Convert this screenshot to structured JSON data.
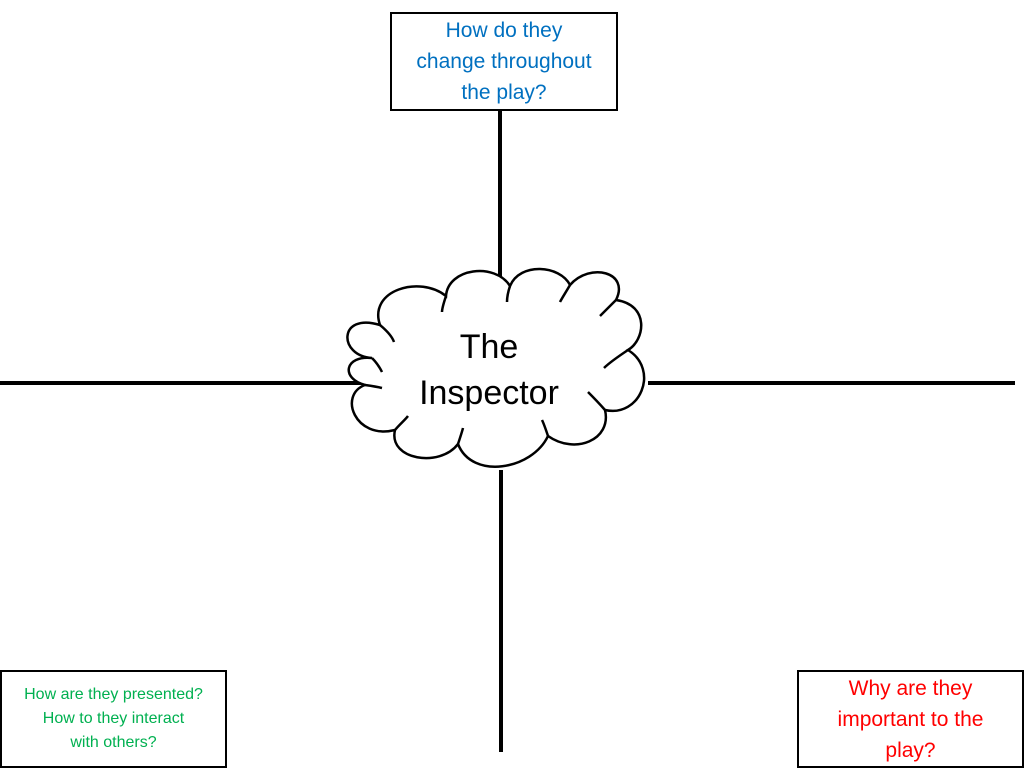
{
  "diagram": {
    "center_label": "The\nInspector",
    "prompts": {
      "top": "How do they\nchange throughout\nthe play?",
      "bottom_left": "How are they presented?\nHow to they interact\nwith others?",
      "bottom_right": "Why are they\nimportant to the\nplay?"
    }
  },
  "colors": {
    "top_prompt": "#0070C0",
    "bottom_left_prompt": "#00B050",
    "bottom_right_prompt": "#FF0000",
    "lines": "#000000"
  }
}
